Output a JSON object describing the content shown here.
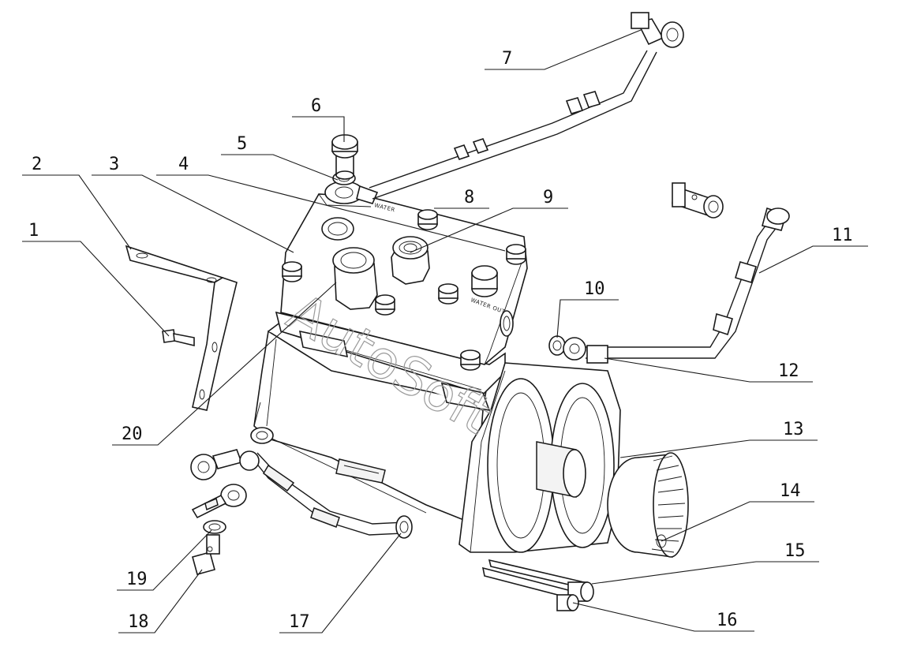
{
  "callouts": [
    {
      "id": "1",
      "text": "1"
    },
    {
      "id": "2",
      "text": "2"
    },
    {
      "id": "3",
      "text": "3"
    },
    {
      "id": "4",
      "text": "4"
    },
    {
      "id": "5",
      "text": "5"
    },
    {
      "id": "6",
      "text": "6"
    },
    {
      "id": "7",
      "text": "7"
    },
    {
      "id": "8",
      "text": "8"
    },
    {
      "id": "9",
      "text": "9"
    },
    {
      "id": "10",
      "text": "10"
    },
    {
      "id": "11",
      "text": "11"
    },
    {
      "id": "12",
      "text": "12"
    },
    {
      "id": "13",
      "text": "13"
    },
    {
      "id": "14",
      "text": "14"
    },
    {
      "id": "15",
      "text": "15"
    },
    {
      "id": "16",
      "text": "16"
    },
    {
      "id": "17",
      "text": "17"
    },
    {
      "id": "18",
      "text": "18"
    },
    {
      "id": "19",
      "text": "19"
    },
    {
      "id": "20",
      "text": "20"
    }
  ],
  "engravings": {
    "water": "WATER",
    "water_out": "WATER OUT"
  },
  "watermark": "AutoSoft"
}
